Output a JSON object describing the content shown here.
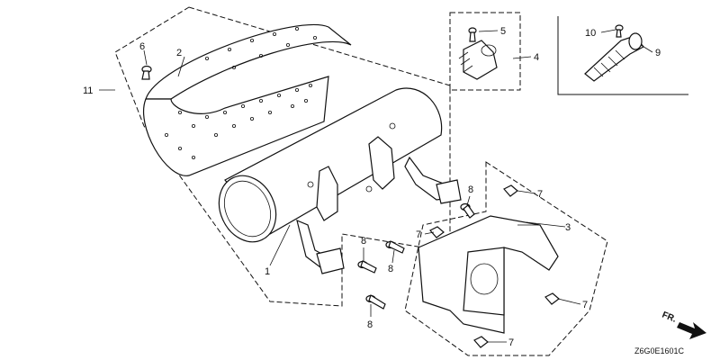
{
  "diagram": {
    "drawing_code": "Z6G0E1601C",
    "direction_label": "FR.",
    "callouts": [
      {
        "id": "c1",
        "text": "1"
      },
      {
        "id": "c2",
        "text": "2"
      },
      {
        "id": "c3",
        "text": "3"
      },
      {
        "id": "c4",
        "text": "4"
      },
      {
        "id": "c5",
        "text": "5"
      },
      {
        "id": "c6",
        "text": "6"
      },
      {
        "id": "c7a",
        "text": "7"
      },
      {
        "id": "c7b",
        "text": "7"
      },
      {
        "id": "c7c",
        "text": "7"
      },
      {
        "id": "c7d",
        "text": "7"
      },
      {
        "id": "c8a",
        "text": "8"
      },
      {
        "id": "c8b",
        "text": "8"
      },
      {
        "id": "c8c",
        "text": "8"
      },
      {
        "id": "c8d",
        "text": "8"
      },
      {
        "id": "c9",
        "text": "9"
      },
      {
        "id": "c10",
        "text": "10"
      },
      {
        "id": "c11",
        "text": "11"
      }
    ]
  }
}
